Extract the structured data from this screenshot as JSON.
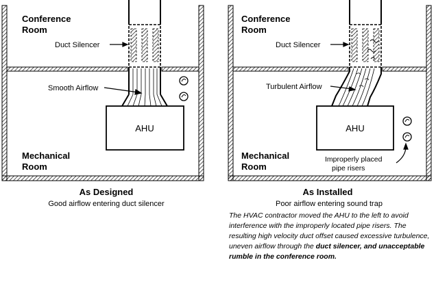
{
  "left": {
    "conference_room": [
      "Conference",
      "Room"
    ],
    "duct_silencer": "Duct Silencer",
    "airflow": "Smooth Airflow",
    "ahu": "AHU",
    "mechanical_room": [
      "Mechanical",
      "Room"
    ],
    "caption_title": "As Designed",
    "caption_sub": "Good airflow entering duct silencer"
  },
  "right": {
    "conference_room": [
      "Conference",
      "Room"
    ],
    "duct_silencer": "Duct Silencer",
    "airflow": "Turbulent Airflow",
    "ahu": "AHU",
    "mechanical_room": [
      "Mechanical",
      "Room"
    ],
    "risers_label": [
      "Improperly placed",
      "pipe risers"
    ],
    "caption_title": "As Installed",
    "caption_sub": "Poor airflow entering sound trap",
    "note_part1": "The HVAC contractor moved the AHU to the left to avoid interference with the improperly located pipe risers. The resulting high velocity duct offset caused excessive turbulence, uneven airflow through the ",
    "note_bold1": "duct silencer, and unacceptable",
    "note_bold2": "rumble in the conference room."
  }
}
